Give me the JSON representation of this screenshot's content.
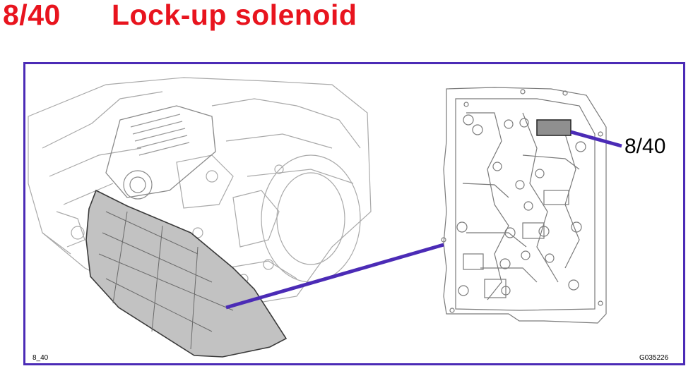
{
  "title": {
    "number": "8/40",
    "text": "Lock-up solenoid",
    "color": "#e8141e"
  },
  "callout_label": "8/40",
  "figure_id": "8_40",
  "figure_code": "G035226",
  "colors": {
    "frame": "#4b2bb6",
    "leader": "#4b2bb6",
    "line_art": "#a9a9a9",
    "oil_pan": "#c2c2c2",
    "solenoid": "#8f8f8f"
  }
}
